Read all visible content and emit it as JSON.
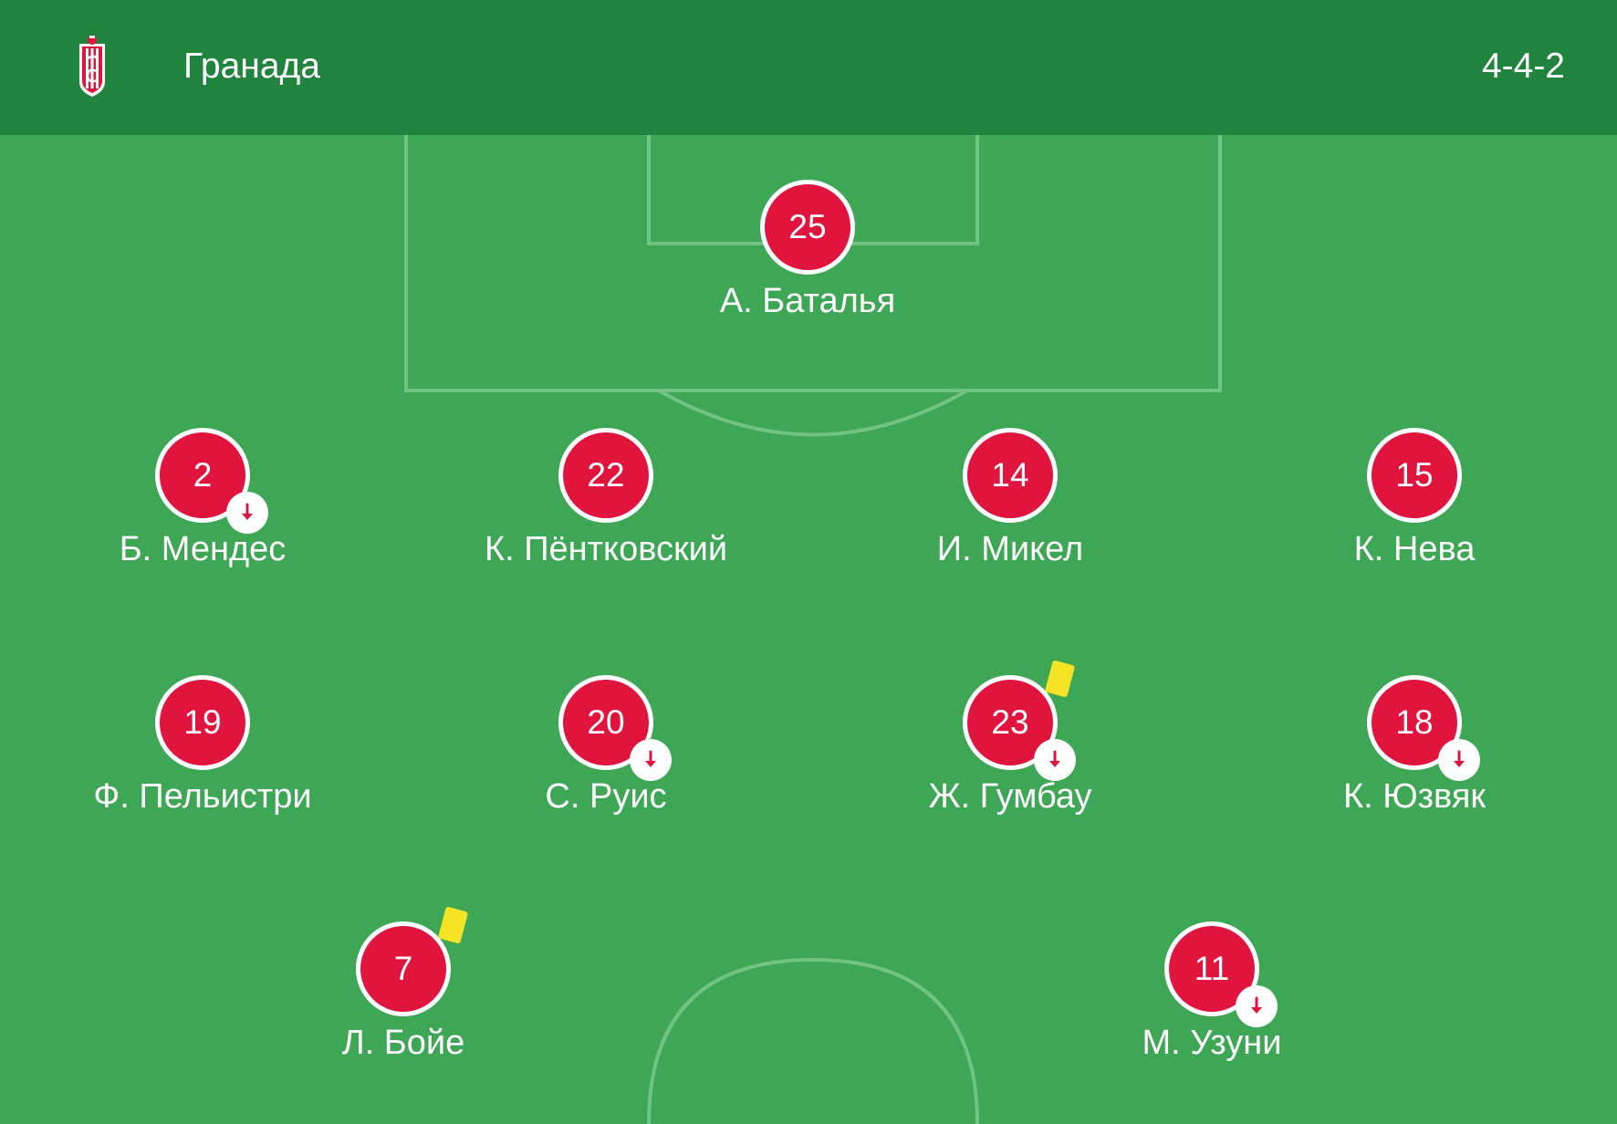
{
  "header": {
    "team_name": "Гранада",
    "formation": "4-4-2",
    "crest": "granada-crest-icon",
    "background_color": "#20843e"
  },
  "pitch": {
    "grass_color": "#3da755",
    "line_color": "#72c383"
  },
  "players": [
    {
      "id": "p25",
      "number": "25",
      "name": "А. Баталья",
      "substituted": false,
      "yellow_card": false
    },
    {
      "id": "p2",
      "number": "2",
      "name": "Б. Мендес",
      "substituted": true,
      "yellow_card": false
    },
    {
      "id": "p22",
      "number": "22",
      "name": "К. Пёнтковский",
      "substituted": false,
      "yellow_card": false
    },
    {
      "id": "p14",
      "number": "14",
      "name": "И. Микел",
      "substituted": false,
      "yellow_card": false
    },
    {
      "id": "p15",
      "number": "15",
      "name": "К. Нева",
      "substituted": false,
      "yellow_card": false
    },
    {
      "id": "p19",
      "number": "19",
      "name": "Ф. Пельистри",
      "substituted": false,
      "yellow_card": false
    },
    {
      "id": "p20",
      "number": "20",
      "name": "С. Руис",
      "substituted": true,
      "yellow_card": false
    },
    {
      "id": "p23",
      "number": "23",
      "name": "Ж. Гумбау",
      "substituted": true,
      "yellow_card": true
    },
    {
      "id": "p18",
      "number": "18",
      "name": "К. Юзвяк",
      "substituted": true,
      "yellow_card": false
    },
    {
      "id": "p7",
      "number": "7",
      "name": "Л. Бойе",
      "substituted": false,
      "yellow_card": true
    },
    {
      "id": "p11",
      "number": "11",
      "name": "М. Узуни",
      "substituted": true,
      "yellow_card": false
    }
  ],
  "colors": {
    "shirt": "#e0143c",
    "card": "#f5e425",
    "sub_arrow": "#e0143c"
  }
}
